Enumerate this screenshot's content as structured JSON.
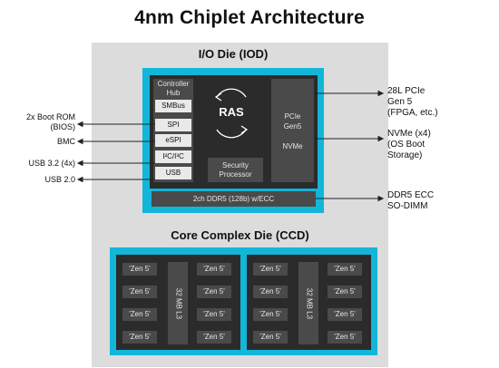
{
  "title": "4nm Chiplet Architecture",
  "iod": {
    "label": "I/O Die (IOD)",
    "controller_hub": {
      "label": "Controller\nHub",
      "items": [
        "SMBus",
        "SPI",
        "eSPI",
        "I²C/I³C",
        "USB"
      ]
    },
    "ras": "RAS",
    "security_processor": "Security\nProcessor",
    "pcie": "PCIe\nGen5\n\nNVMe",
    "ddr": "2ch DDR5 (128b) w/ECC"
  },
  "ccd": {
    "label": "Core Complex Die (CCD)",
    "core_label": "'Zen 5'",
    "cache_label": "32 MB L3"
  },
  "left_connections": [
    {
      "label": "2x Boot ROM\n(BIOS)"
    },
    {
      "label": "BMC"
    },
    {
      "label": "USB 3.2 (4x)"
    },
    {
      "label": "USB 2.0"
    }
  ],
  "right_connections": [
    {
      "label": "28L PCIe\nGen 5\n(FPGA, etc.)"
    },
    {
      "label": "NVMe (x4)\n(OS Boot\nStorage)"
    },
    {
      "label": "DDR5 ECC\nSO-DIMM"
    }
  ],
  "colors": {
    "accent": "#12b6d8",
    "die_background": "#dcdcdc",
    "dark_block": "#2b2b2b",
    "mid_block": "#4a4a4a"
  }
}
